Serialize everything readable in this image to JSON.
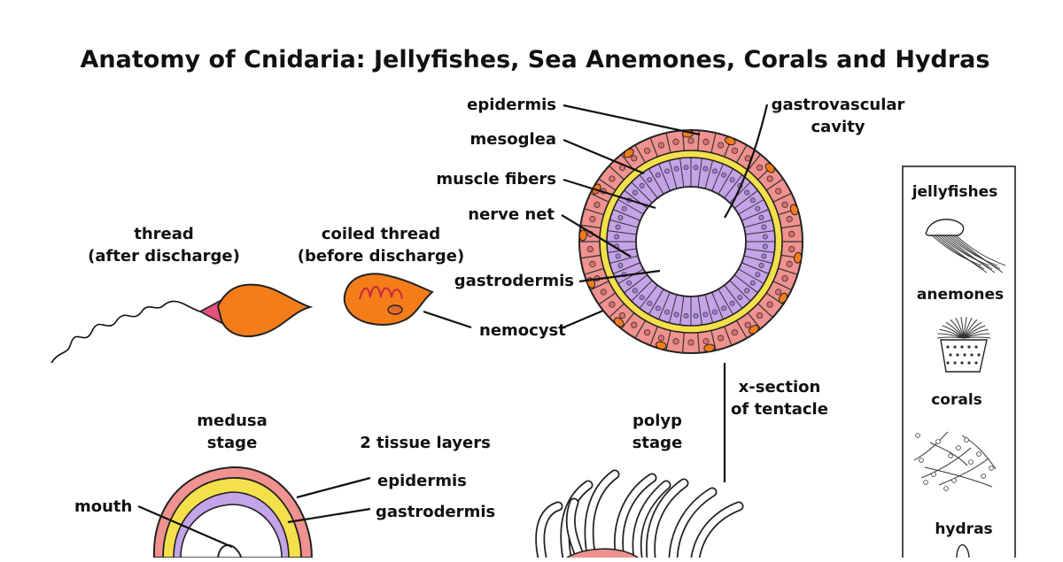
{
  "title": "Anatomy of Cnidaria: Jellyfishes, Sea Anemones, Corals and Hydras",
  "nematocyst": {
    "thread_after": [
      "thread",
      "(after discharge)"
    ],
    "coiled_before": [
      "coiled thread",
      "(before discharge)"
    ],
    "nemocyst": "nemocyst"
  },
  "cross_section": {
    "labels": {
      "epidermis": "epidermis",
      "mesoglea": "mesoglea",
      "muscle_fibers": "muscle fibers",
      "nerve_net": "nerve net",
      "gastrodermis": "gastrodermis",
      "gastrovascular_cavity": [
        "gastrovascular",
        "cavity"
      ],
      "x_section": [
        "x-section",
        "of tentacle"
      ]
    }
  },
  "medusa": {
    "stage": [
      "medusa",
      "stage"
    ],
    "tissue_layers": "2 tissue layers",
    "epidermis": "epidermis",
    "gastrodermis": "gastrodermis",
    "mouth": "mouth"
  },
  "polyp": {
    "stage": [
      "polyp",
      "stage"
    ]
  },
  "panel": {
    "items": [
      "jellyfishes",
      "anemones",
      "corals",
      "hydras"
    ]
  },
  "colors": {
    "epidermis": "#f0928f",
    "mesoglea": "#f4e04a",
    "gastrodermis": "#c4a3e8",
    "nematocyst": "#f57d19",
    "thread": "#e6507c",
    "ink": "#111111"
  }
}
